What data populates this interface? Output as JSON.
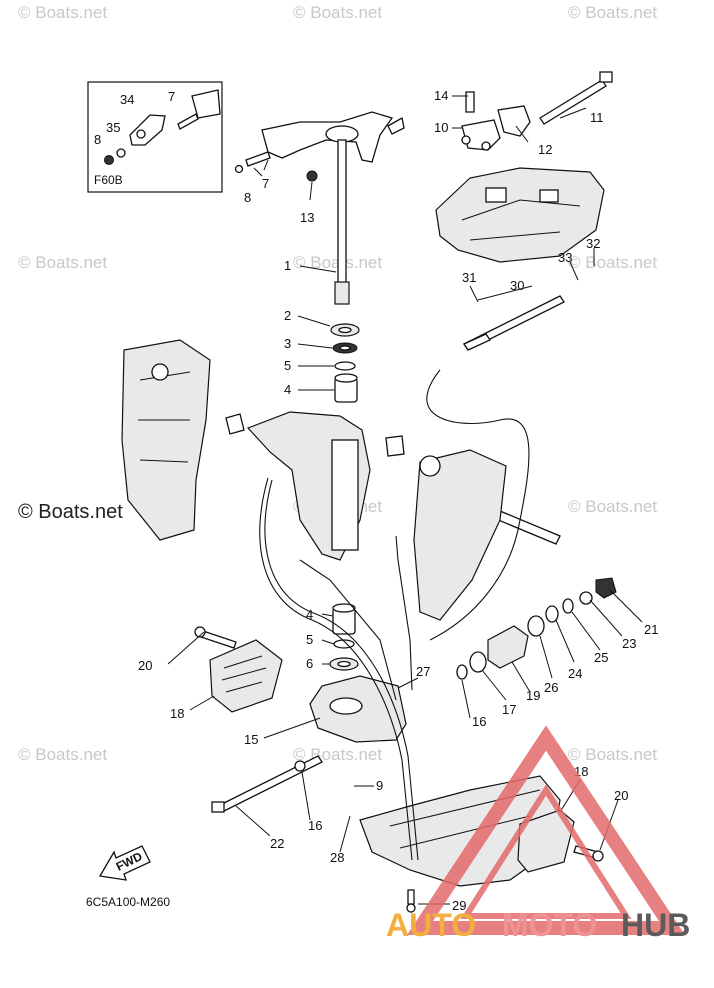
{
  "diagram": {
    "drawing_code": "6C5A100-M260",
    "fwd_label": "FWD",
    "inset_label": "F60B",
    "callouts": [
      "1",
      "2",
      "3",
      "5",
      "4",
      "4",
      "5",
      "6",
      "7",
      "7",
      "8",
      "8",
      "9",
      "10",
      "11",
      "12",
      "13",
      "14",
      "15",
      "16",
      "16",
      "17",
      "18",
      "18",
      "19",
      "20",
      "20",
      "21",
      "22",
      "23",
      "24",
      "25",
      "26",
      "27",
      "28",
      "29",
      "30",
      "31",
      "32",
      "33",
      "34",
      "35"
    ]
  },
  "watermarks": {
    "light": "© Boats.net",
    "dark": "© Boats.net"
  },
  "logo": {
    "part1": "AUTO",
    "part2": "MOTO",
    "part3": "HUB",
    "triangle_color": "#e36b6b",
    "text_color_1": "#f0a21e",
    "text_color_2": "#ef7f7f",
    "text_color_3": "#3f3f3f"
  }
}
